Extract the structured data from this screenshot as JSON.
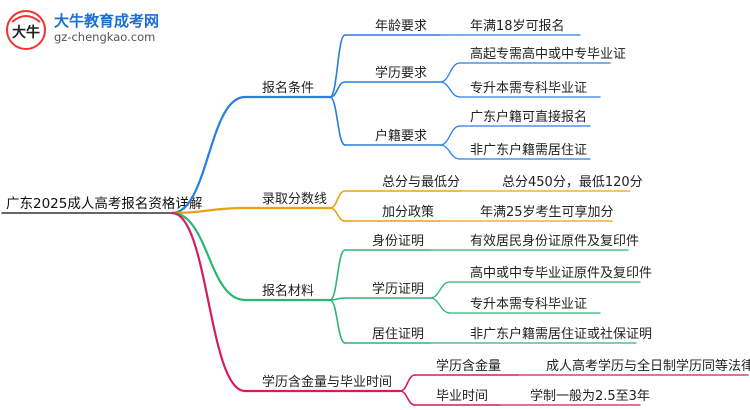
{
  "logo": {
    "title": "大牛教育成考网",
    "url": "gz-chengkao.com",
    "badge_text": "大牛"
  },
  "mindmap": {
    "root": "广东2025成人高考报名资格详解",
    "branches": [
      {
        "label": "报名条件",
        "color": "#2a7de1",
        "children": [
          {
            "label": "年龄要求",
            "items": [
              "年满18岁可报名"
            ]
          },
          {
            "label": "学历要求",
            "items": [
              "高起专需高中或中专毕业证",
              "专升本需专科毕业证"
            ]
          },
          {
            "label": "户籍要求",
            "items": [
              "广东户籍可直接报名",
              "非广东户籍需居住证"
            ]
          }
        ]
      },
      {
        "label": "录取分数线",
        "color": "#e9a213",
        "children": [
          {
            "label": "总分与最低分",
            "items": [
              "总分450分，最低120分"
            ]
          },
          {
            "label": "加分政策",
            "items": [
              "年满25岁考生可享加分"
            ]
          }
        ]
      },
      {
        "label": "报名材料",
        "color": "#2bb673",
        "children": [
          {
            "label": "身份证明",
            "items": [
              "有效居民身份证原件及复印件"
            ]
          },
          {
            "label": "学历证明",
            "items": [
              "高中或中专毕业证原件及复印件",
              "专升本需专科毕业证"
            ]
          },
          {
            "label": "居住证明",
            "items": [
              "非广东户籍需居住证或社保证明"
            ]
          }
        ]
      },
      {
        "label": "学历含金量与毕业时间",
        "color": "#d81b60",
        "children": [
          {
            "label": "学历含金量",
            "items": [
              "成人高考学历与全日制学历同等法律效力"
            ]
          },
          {
            "label": "毕业时间",
            "items": [
              "学制一般为2.5至3年"
            ]
          }
        ]
      }
    ]
  }
}
